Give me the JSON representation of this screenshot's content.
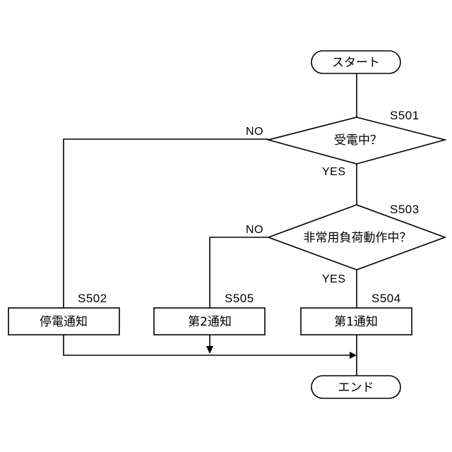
{
  "terminals": {
    "start": "スタート",
    "end": "エンド"
  },
  "decisions": {
    "d501": {
      "id": "S501",
      "text": "受電中？",
      "no": "NO",
      "yes": "YES"
    },
    "d503": {
      "id": "S503",
      "text": "非常用負荷動作中？",
      "no": "NO",
      "yes": "YES"
    }
  },
  "processes": {
    "p502": {
      "id": "S502",
      "text": "停電通知"
    },
    "p505": {
      "id": "S505",
      "text": "第2通知"
    },
    "p504": {
      "id": "S504",
      "text": "第1通知"
    }
  }
}
